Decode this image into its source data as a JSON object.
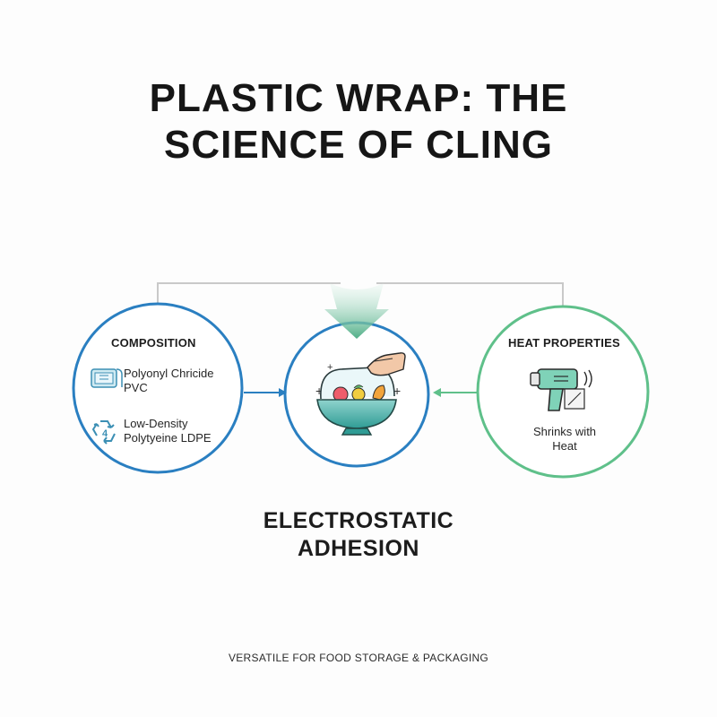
{
  "title": {
    "line1": "PLASTIC WRAP: THE",
    "line2": "SCIENCE OF CLING"
  },
  "composition": {
    "heading": "COMPOSITION",
    "item1_line1": "Polyonyl Chricide",
    "item1_line2": "PVC",
    "item2_line1": "Low-Density",
    "item2_line2": "Polytyeine LDPE",
    "recycle_number": "4"
  },
  "heat": {
    "heading": "HEAT PROPERTIES",
    "desc_line1": "Shrinks with",
    "desc_line2": "Heat"
  },
  "center": {
    "caption_line1": "ELECTROSTATIC",
    "caption_line2": "ADHESION"
  },
  "footer": "VERSATILE FOR FOOD STORAGE & PACKAGING",
  "colors": {
    "blue": "#2a7fc1",
    "green": "#5fc08a",
    "connector_gray": "#c9c9c9"
  },
  "icons": [
    "film-roll-icon",
    "recycle-icon",
    "bowl-with-wrap-icon",
    "hand-icon",
    "heat-gun-icon",
    "heat-waves-icon",
    "down-arrow-icon"
  ]
}
